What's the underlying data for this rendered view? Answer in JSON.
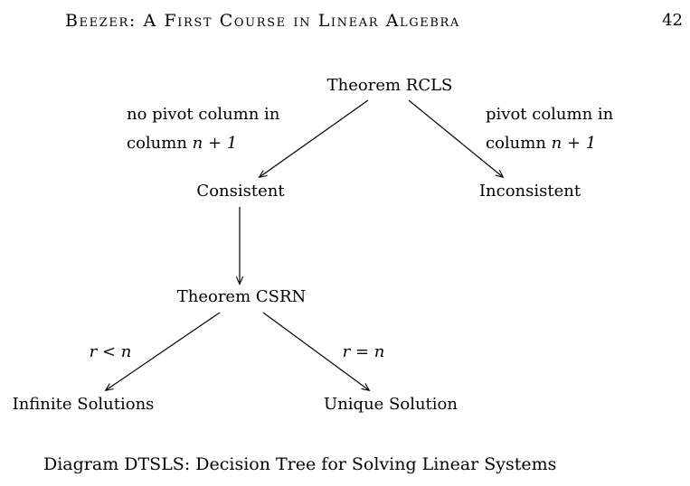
{
  "header": {
    "title": "Beezer: A First Course in Linear Algebra",
    "page_number": "42"
  },
  "diagram": {
    "nodes": {
      "root": "Theorem RCLS",
      "consistent": "Consistent",
      "inconsistent": "Inconsistent",
      "csrn": "Theorem CSRN",
      "infinite": "Infinite Solutions",
      "unique": "Unique Solution"
    },
    "edge_labels": {
      "left_line1": "no pivot column in",
      "left_line2_text": "column",
      "left_line2_math": "n + 1",
      "right_line1": "pivot column in",
      "right_line2_text": "column",
      "right_line2_math": "n + 1",
      "r_less": "r < n",
      "r_equal": "r = n"
    }
  },
  "caption": "Diagram DTSLS: Decision Tree for Solving Linear Systems",
  "colors": {
    "text": "#000000",
    "background": "#ffffff"
  }
}
